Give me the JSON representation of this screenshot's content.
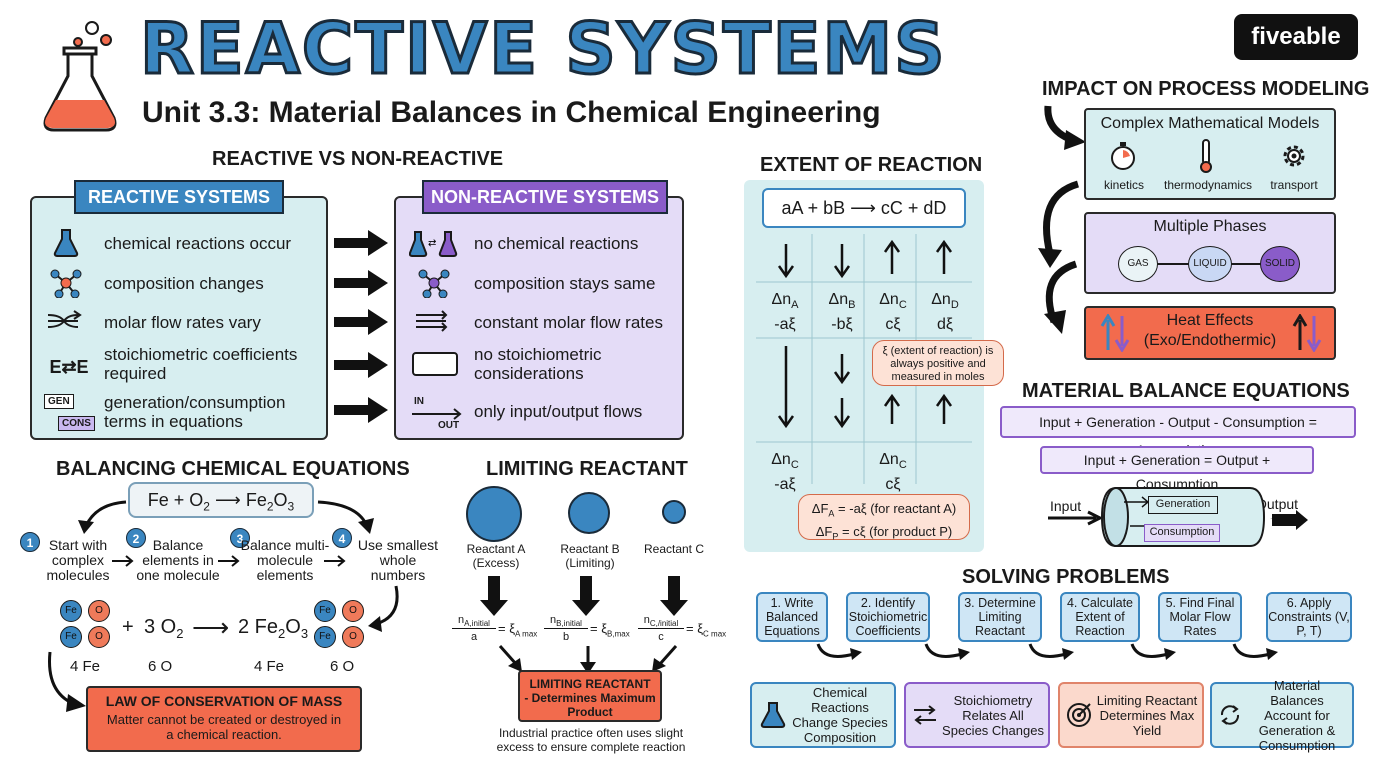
{
  "header": {
    "title": "REACTIVE SYSTEMS",
    "subtitle": "Unit 3.3: Material Balances in Chemical Engineering",
    "logo": "fiveable"
  },
  "colors": {
    "blue": "#3a86c0",
    "purple": "#8a5cc9",
    "coral": "#f26b4d",
    "teal_bg": "#d7eef0",
    "lavender_bg": "#e4dcf7"
  },
  "reactive_vs": {
    "heading": "REACTIVE VS NON-REACTIVE",
    "reactive": {
      "label": "REACTIVE SYSTEMS",
      "items": [
        {
          "icon": "flask-icon",
          "text": "chemical reactions occur"
        },
        {
          "icon": "molecule-icon",
          "text": "composition changes"
        },
        {
          "icon": "flow-arrows-icon",
          "text": "molar flow rates vary"
        },
        {
          "icon": "equilibrium-icon",
          "icon_text": "E⇄E",
          "text": "stoichiometric coefficients required"
        },
        {
          "icon": "gen-cons-icon",
          "icon_text_a": "GEN",
          "icon_text_b": "CONS",
          "text": "generation/consumption terms in equations"
        }
      ]
    },
    "nonreactive": {
      "label": "NON-REACTIVE SYSTEMS",
      "items": [
        {
          "icon": "flasks-icon",
          "text": "no chemical reactions"
        },
        {
          "icon": "molecule-icon",
          "text": "composition stays same"
        },
        {
          "icon": "parallel-arrows-icon",
          "text": "constant molar flow rates"
        },
        {
          "icon": "empty-box-icon",
          "text": "no stoichiometric considerations"
        },
        {
          "icon": "in-out-icon",
          "icon_text_a": "IN",
          "icon_text_b": "OUT",
          "text": "only input/output flows"
        }
      ]
    }
  },
  "extent": {
    "heading": "EXTENT OF REACTION",
    "equation": "aA + bB ⟶ cC + dD",
    "row1": [
      {
        "dir": "down",
        "sym": "Δn",
        "sub": "A",
        "val": "-aξ"
      },
      {
        "dir": "down",
        "sym": "Δn",
        "sub": "B",
        "val": "-bξ"
      },
      {
        "dir": "up",
        "sym": "Δn",
        "sub": "C",
        "val": "cξ"
      },
      {
        "dir": "up",
        "sym": "Δn",
        "sub": "D",
        "val": "dξ"
      }
    ],
    "row2": [
      {
        "sym": "Δn",
        "sub": "C",
        "val": "-aξ"
      },
      {
        "sym": "Δn",
        "sub": "C",
        "val": "cξ"
      }
    ],
    "note": "ξ (extent of reaction) is always positive and measured in moles",
    "formula_a": "ΔF",
    "formula_a_sub": "A",
    "formula_a_rest": " = -aξ (for reactant A)",
    "formula_p": "ΔF",
    "formula_p_sub": "P",
    "formula_p_rest": " = cξ (for product P)"
  },
  "impact": {
    "heading": "IMPACT ON PROCESS MODELING",
    "models": {
      "title": "Complex Mathematical Models",
      "items": [
        {
          "icon": "stopwatch-icon",
          "label": "kinetics"
        },
        {
          "icon": "thermometer-icon",
          "label": "thermodynamics"
        },
        {
          "icon": "gear-icon",
          "label": "transport"
        }
      ]
    },
    "phases": {
      "title": "Multiple Phases",
      "items": [
        "GAS",
        "LIQUID",
        "SOLID"
      ]
    },
    "heat": {
      "line1": "Heat Effects",
      "line2": "(Exo/Endothermic)"
    }
  },
  "material_balance": {
    "heading": "MATERIAL BALANCE EQUATIONS",
    "general": "Input + Generation - Output - Consumption = Accumulation",
    "steady": "Input + Generation = Output + Consumption",
    "input": "Input",
    "output": "Output",
    "generation": "Generation",
    "consumption": "Consumption"
  },
  "balancing": {
    "heading": "BALANCING CHEMICAL EQUATIONS",
    "eq_left": "Fe + O",
    "eq_o_sub": "2",
    "eq_arrow": "⟶",
    "eq_right": "Fe",
    "eq_r_sub1": "2",
    "eq_r_mid": "O",
    "eq_r_sub2": "3",
    "steps": [
      {
        "num": "1",
        "text": "Start with complex molecules"
      },
      {
        "num": "2",
        "text": "Balance elements in one molecule"
      },
      {
        "num": "3",
        "text": "Balance multi-molecule elements"
      },
      {
        "num": "4",
        "text": "Use smallest whole numbers"
      }
    ],
    "atom_fe": "Fe",
    "atom_o": "O",
    "plus": "+",
    "three_o2": "3 O",
    "three_o2_sub": "2",
    "arrow": "⟶",
    "two_fe2o3": "2 Fe",
    "two_fe2o3_sub1": "2",
    "two_fe2o3_mid": "O",
    "two_fe2o3_sub2": "3",
    "counts": [
      "4 Fe",
      "6 O",
      "4 Fe",
      "6 O"
    ],
    "law_title": "LAW OF CONSERVATION OF MASS",
    "law_text": "Matter cannot be created or destroyed in a chemical reaction."
  },
  "limiting": {
    "heading": "LIMITING REACTANT",
    "reactants": [
      {
        "name": "Reactant A",
        "note": "(Excess)"
      },
      {
        "name": "Reactant B",
        "note": "(Limiting)"
      },
      {
        "name": "Reactant C",
        "note": ""
      }
    ],
    "ratios": [
      {
        "num": "n",
        "num_sub": "A,initial",
        "den": "a",
        "rhs": "ξ",
        "rhs_sub": "A max"
      },
      {
        "num": "n",
        "num_sub": "B,initial",
        "den": "b",
        "rhs": "ξ",
        "rhs_sub": "B,max"
      },
      {
        "num": "n",
        "num_sub": "C,/initial",
        "den": "c",
        "rhs": "ξ",
        "rhs_sub": "C max"
      }
    ],
    "result_title": "LIMITING REACTANT",
    "result_text": "- Determines Maximum Product",
    "footnote": "Industrial practice often uses slight excess to ensure complete reaction"
  },
  "solving": {
    "heading": "SOLVING PROBLEMS",
    "steps": [
      "1. Write Balanced Equations",
      "2. Identify Stoichiometric Coefficients",
      "3. Determine Limiting Reactant",
      "4. Calculate Extent of Reaction",
      "5. Find Final Molar Flow Rates",
      "6. Apply Constraints (V, P, T)"
    ],
    "summary": [
      {
        "icon": "flask-icon",
        "text": "Chemical Reactions Change Species Composition"
      },
      {
        "icon": "exchange-arrows-icon",
        "text": "Stoichiometry Relates All Species Changes"
      },
      {
        "icon": "target-icon",
        "text": "Limiting Reactant Determines Max Yield"
      },
      {
        "icon": "cycle-icon",
        "text": "Material Balances Account for Generation & Consumption"
      }
    ]
  }
}
